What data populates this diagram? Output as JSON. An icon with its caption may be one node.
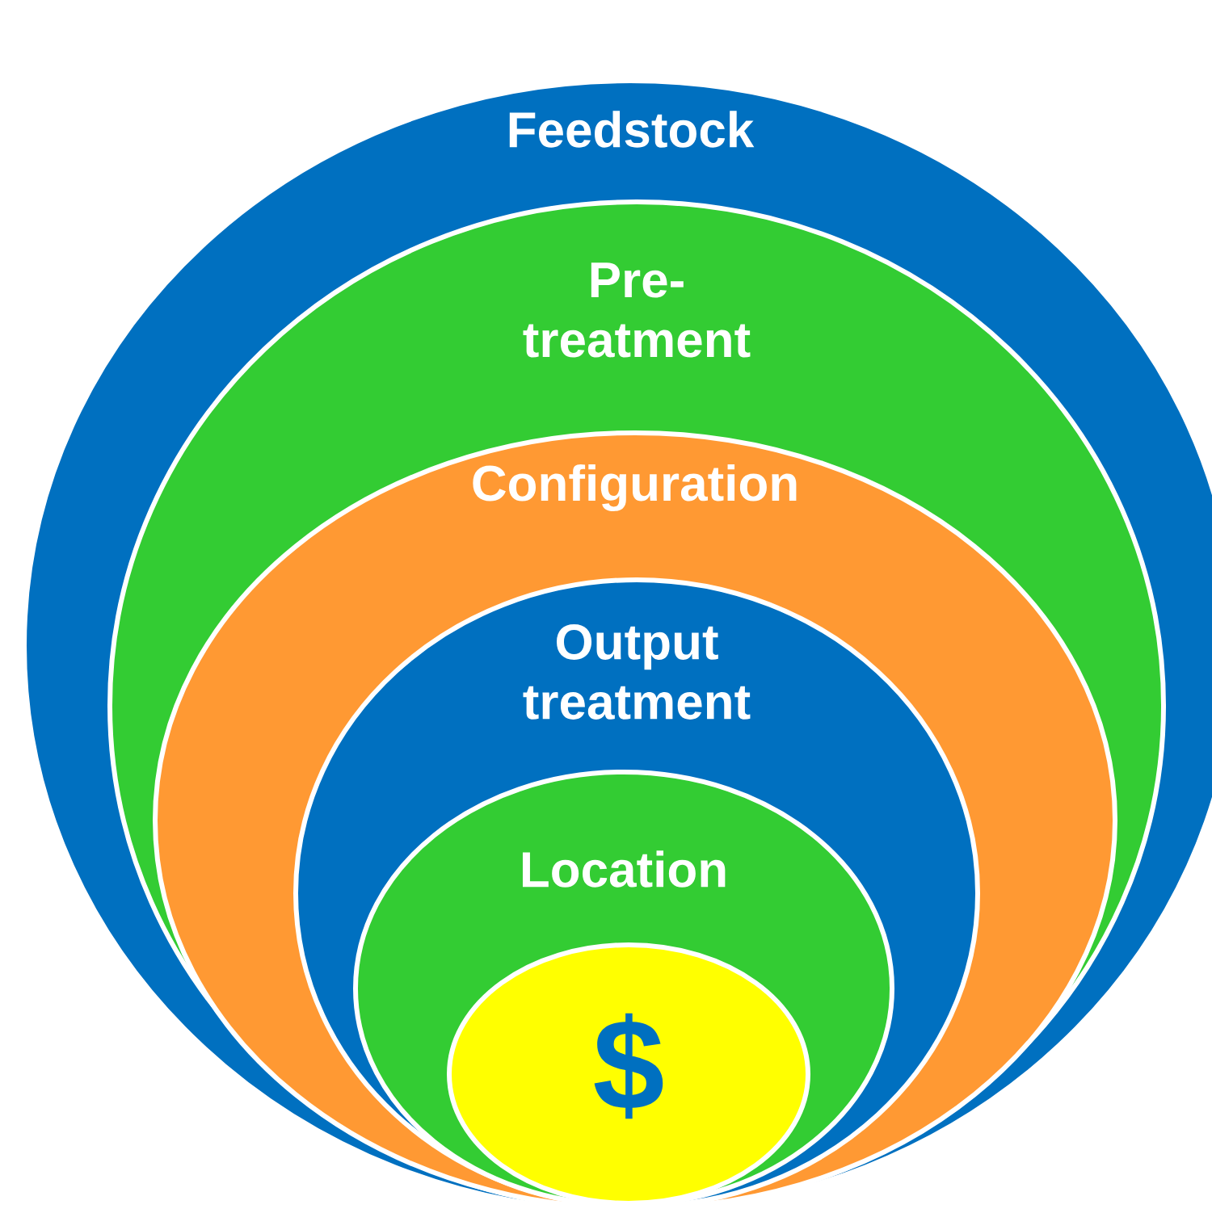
{
  "diagram": {
    "nodes": [
      {
        "text": [
          "Feedstock"
        ]
      },
      {
        "text": [
          "Pre-treatment"
        ],
        "in": 0
      },
      {
        "text": [
          "Configuration"
        ],
        "in": 1
      },
      {
        "text": [
          "Output treatment"
        ],
        "in": 2
      },
      {
        "text": [
          "Location"
        ],
        "in": 3
      },
      {
        "text": [
          "$"
        ],
        "in": 4
      }
    ]
  }
}
